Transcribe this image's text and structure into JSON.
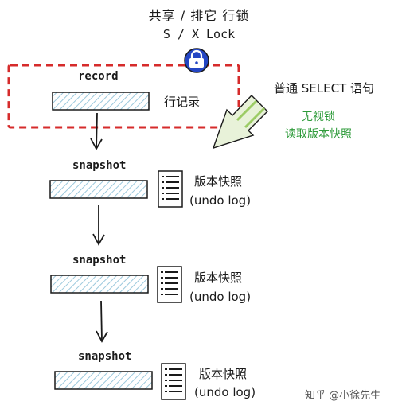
{
  "title": "共享 / 排它 行锁",
  "lock_label": "S / X Lock",
  "record_label": "record",
  "row_lock_label": "行记录",
  "select_label": "普通 SELECT 语句",
  "note_line1": "无视锁",
  "note_line2": "读取版本快照",
  "snapshots": [
    {
      "label": "snapshot",
      "version": "版本快照",
      "undo": "(undo log)"
    },
    {
      "label": "snapshot",
      "version": "版本快照",
      "undo": "(undo log)"
    },
    {
      "label": "snapshot",
      "version": "版本快照",
      "undo": "(undo log)"
    }
  ],
  "watermark": "知乎 @小徐先生",
  "colors": {
    "dashed_border": "#d62b2b",
    "lock_circle": "#2446c4",
    "bar_stroke": "#1a1a1a",
    "bar_hatch": "#9cc9dd",
    "note_text": "#2e9b3a"
  },
  "icons": {
    "lock": "padlock-icon",
    "document": "document-lines-icon"
  }
}
